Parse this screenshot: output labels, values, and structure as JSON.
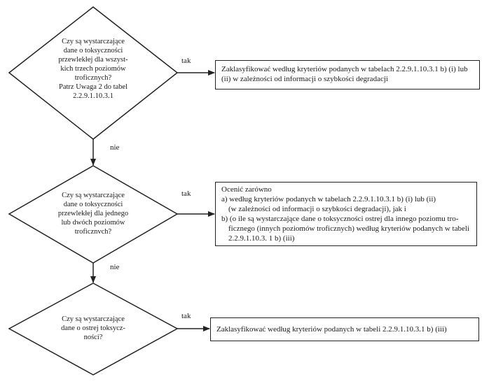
{
  "decisions": [
    {
      "lines": [
        "Czy są wystarczające",
        "dane o toksyczności",
        "przewlekłej dla wszyst-",
        "kich trzech poziomów",
        "troficznych?",
        "Patrz Uwaga 2 do tabel",
        "2.2.9.1.10.3.1"
      ]
    },
    {
      "lines": [
        "Czy są wystarczające",
        "dane o toksyczności",
        "przewlekłej dla jednego",
        "lub dwóch poziomów",
        "troficznvch?"
      ]
    },
    {
      "lines": [
        "Czy są wystarczające",
        "dane o ostrej toksycz-",
        "ności?"
      ]
    }
  ],
  "yes_label": "tak",
  "no_label": "nie",
  "outcomes": [
    {
      "lines": [
        "Zaklasyfikować według kryteriów podanych w tabelach 2.2.9.1.10.3.1 b) (i) lub",
        "(ii) w zależności od informacji o szybkości degradacji"
      ]
    },
    {
      "lines": [
        "Ocenić zarówno",
        "a) według kryteriów podanych w tabelach 2.2.9.1.10.3.1 b) (i) lub (ii)",
        "(w zależności od informacji o szybkości degradacji), jak i",
        "b) (o ile są wystarczające dane o toksyczności ostrej dla innego poziomu tro-",
        "ficznego (innych poziomów troficznych) według kryteriów podanych w tabeli",
        "2.2.9.1.10.3. 1 b) (iii)"
      ]
    },
    {
      "lines": [
        "Zaklasyfikować według kryteriów podanych w tabeli 2.2.9.1.10.3.1 b) (iii)"
      ]
    }
  ]
}
